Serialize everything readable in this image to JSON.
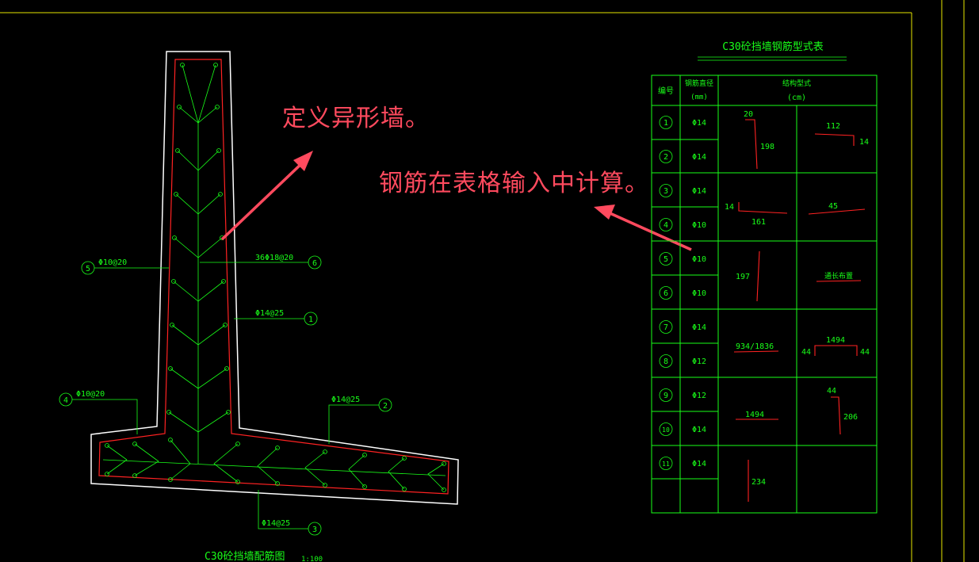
{
  "colors": {
    "line": "#19ff19",
    "rebar": "#ff2222",
    "outline": "#ffffff",
    "border": "#e6e600",
    "annotation": "#ff4a5e"
  },
  "annotations": {
    "define_wall": "定义异形墙。",
    "rebar_calc": "钢筋在表格输入中计算。"
  },
  "drawing": {
    "title": "C30砼挡墙配筋图",
    "scale": "1:100",
    "callouts": [
      {
        "num": "5",
        "text": "Φ10@20"
      },
      {
        "num": "6",
        "text": "36Φ18@20"
      },
      {
        "num": "1",
        "text": "Φ14@25"
      },
      {
        "num": "4",
        "text": "Φ10@20"
      },
      {
        "num": "2",
        "text": "Φ14@25"
      },
      {
        "num": "3",
        "text": "Φ14@25"
      }
    ]
  },
  "table": {
    "title": "C30砼挡墙钢筋型式表",
    "headers": {
      "col1": "编号",
      "col2_line1": "钢筋直径",
      "col2_line2": "(mm)",
      "col3_line1": "结构型式",
      "col3_line2": "(cm)"
    },
    "rows": [
      {
        "num": "1",
        "dia": "Φ14"
      },
      {
        "num": "2",
        "dia": "Φ14"
      },
      {
        "num": "3",
        "dia": "Φ14"
      },
      {
        "num": "4",
        "dia": "Φ10"
      },
      {
        "num": "5",
        "dia": "Φ10"
      },
      {
        "num": "6",
        "dia": "Φ10"
      },
      {
        "num": "7",
        "dia": "Φ14"
      },
      {
        "num": "8",
        "dia": "Φ12"
      },
      {
        "num": "9",
        "dia": "Φ12"
      },
      {
        "num": "10",
        "dia": "Φ14"
      },
      {
        "num": "11",
        "dia": "Φ14"
      }
    ],
    "shapes": {
      "s1_top": "20",
      "s1_len": "198",
      "s2_len": "112",
      "s2_hook": "14",
      "s3_hook": "14",
      "s3_len": "161",
      "s4_len": "45",
      "s5_len": "197",
      "s6_note": "通长布置",
      "s7_len": "934/1836",
      "s8_len": "1494",
      "s8_left": "44",
      "s8_right": "44",
      "s9_len": "1494",
      "s10_top": "44",
      "s10_len": "206",
      "s11_len": "234"
    }
  }
}
